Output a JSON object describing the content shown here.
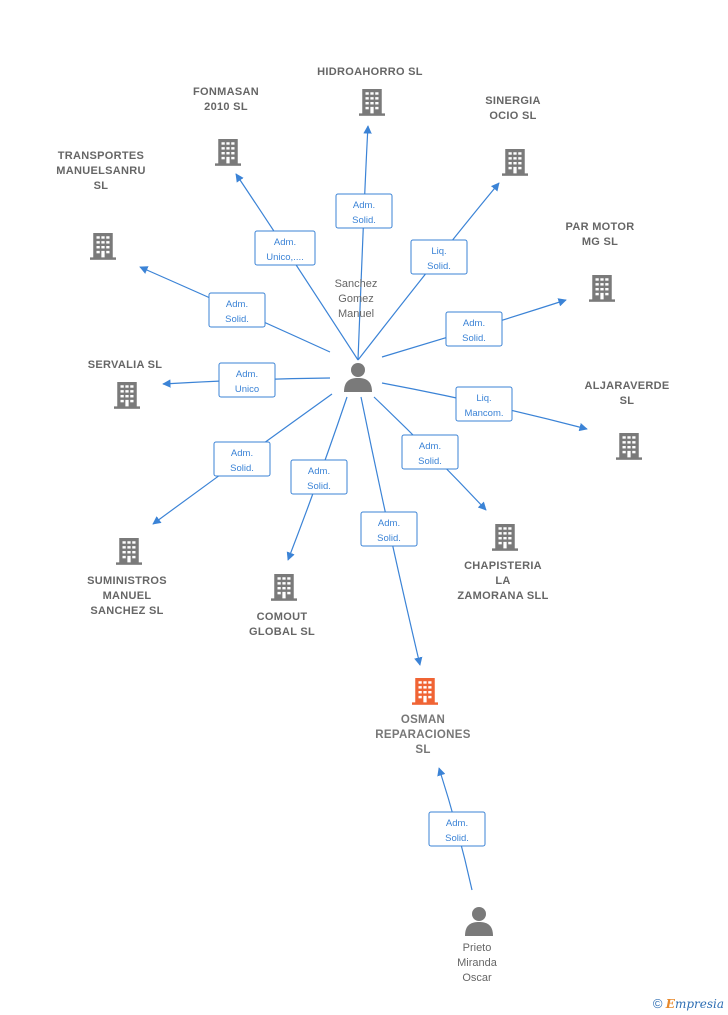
{
  "persons": [
    {
      "id": "sanchez",
      "label": [
        "Sanchez",
        "Gomez",
        "Manuel"
      ]
    },
    {
      "id": "prieto",
      "label": [
        "Prieto",
        "Miranda",
        "Oscar"
      ]
    }
  ],
  "companies": [
    {
      "id": "hidroahorro",
      "label": [
        "HIDROAHORRO SL"
      ]
    },
    {
      "id": "fonmasan",
      "label": [
        "FONMASAN",
        "2010 SL"
      ]
    },
    {
      "id": "sinergia",
      "label": [
        "SINERGIA",
        "OCIO SL"
      ]
    },
    {
      "id": "transportes",
      "label": [
        "TRANSPORTES",
        "MANUELSANRU",
        "SL"
      ]
    },
    {
      "id": "parmotor",
      "label": [
        "PAR MOTOR",
        "MG  SL"
      ]
    },
    {
      "id": "servalia",
      "label": [
        "SERVALIA SL"
      ]
    },
    {
      "id": "aljaraverde",
      "label": [
        "ALJARAVERDE",
        "SL"
      ]
    },
    {
      "id": "suministros",
      "label": [
        "SUMINISTROS",
        "MANUEL",
        "SANCHEZ  SL"
      ]
    },
    {
      "id": "comout",
      "label": [
        "COMOUT",
        "GLOBAL  SL"
      ]
    },
    {
      "id": "chapisteria",
      "label": [
        "CHAPISTERIA",
        "LA",
        "ZAMORANA SLL"
      ]
    },
    {
      "id": "osman",
      "label": [
        "OSMAN",
        "REPARACIONES",
        "SL"
      ],
      "highlight": true
    }
  ],
  "edges": [
    {
      "to": "hidroahorro",
      "label": [
        "Adm.",
        "Solid."
      ]
    },
    {
      "to": "fonmasan",
      "label": [
        "Adm.",
        "Unico,...."
      ]
    },
    {
      "to": "sinergia",
      "label": [
        "Liq.",
        "Solid."
      ]
    },
    {
      "to": "transportes",
      "label": [
        "Adm.",
        "Solid."
      ]
    },
    {
      "to": "parmotor",
      "label": [
        "Adm.",
        "Solid."
      ]
    },
    {
      "to": "servalia",
      "label": [
        "Adm.",
        "Unico"
      ]
    },
    {
      "to": "aljaraverde",
      "label": [
        "Liq.",
        "Mancom."
      ]
    },
    {
      "to": "suministros",
      "label": [
        "Adm.",
        "Solid."
      ]
    },
    {
      "to": "comout",
      "label": [
        "Adm.",
        "Solid."
      ]
    },
    {
      "to": "chapisteria",
      "label": [
        "Adm.",
        "Solid."
      ]
    },
    {
      "to": "osman",
      "label": [
        "Adm.",
        "Solid."
      ]
    },
    {
      "from": "prieto",
      "to": "osman",
      "label": [
        "Adm.",
        "Solid."
      ]
    }
  ],
  "colors": {
    "edge": "#3b83d6",
    "building": "#7a7a7a",
    "highlight": "#f06434",
    "person": "#7a7a7a"
  },
  "footer": {
    "copyright": "©",
    "brand_initial": "E",
    "brand_rest": "mpresia"
  }
}
